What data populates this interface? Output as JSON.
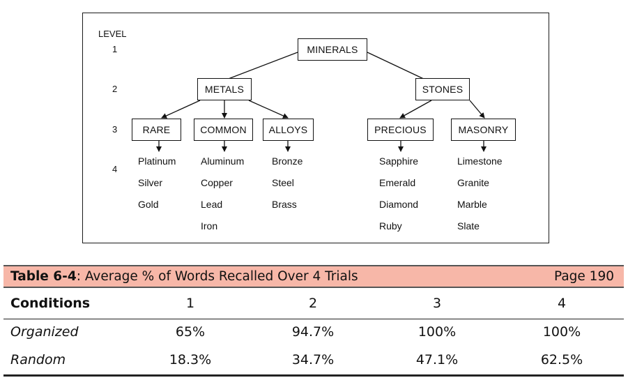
{
  "diagram": {
    "level_header": "LEVEL",
    "levels": [
      "1",
      "2",
      "3",
      "4"
    ],
    "root": "MINERALS",
    "level2": [
      "METALS",
      "STONES"
    ],
    "level3": [
      "RARE",
      "COMMON",
      "ALLOYS",
      "PRECIOUS",
      "MASONRY"
    ],
    "leaves": {
      "rare": [
        "Platinum",
        "Silver",
        "Gold"
      ],
      "common": [
        "Aluminum",
        "Copper",
        "Lead",
        "Iron"
      ],
      "alloys": [
        "Bronze",
        "Steel",
        "Brass"
      ],
      "precious": [
        "Sapphire",
        "Emerald",
        "Diamond",
        "Ruby"
      ],
      "masonry": [
        "Limestone",
        "Granite",
        "Marble",
        "Slate"
      ]
    }
  },
  "table": {
    "title_bold": "Table 6-4",
    "title_rest": ": Average % of Words Recalled Over 4 Trials",
    "page": "Page 190",
    "header": [
      "Conditions",
      "1",
      "2",
      "3",
      "4"
    ],
    "rows": [
      {
        "label": "Organized",
        "values": [
          "65%",
          "94.7%",
          "100%",
          "100%"
        ]
      },
      {
        "label": "Random",
        "values": [
          "18.3%",
          "34.7%",
          "47.1%",
          "62.5%"
        ]
      }
    ]
  },
  "colors": {
    "title_bar": "#f7b7a8",
    "text": "#111111"
  }
}
